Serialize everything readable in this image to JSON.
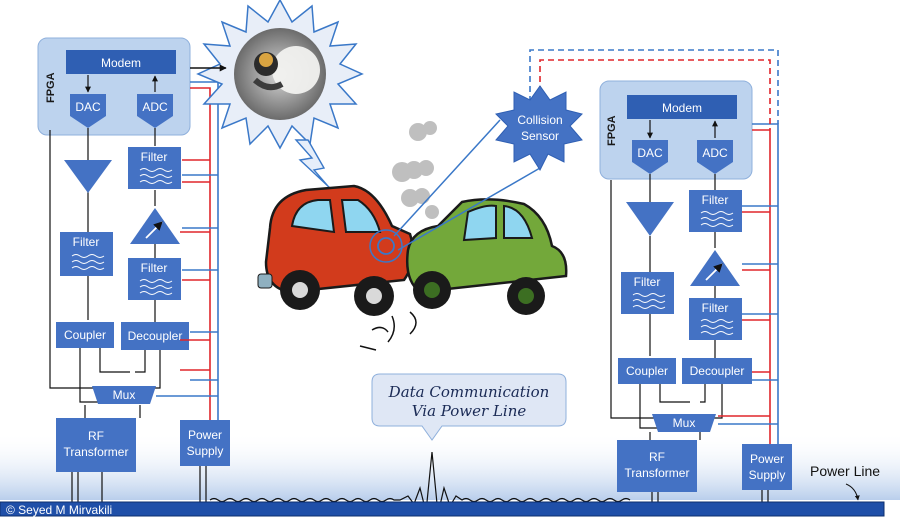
{
  "left_system": {
    "fpga": "FPGA",
    "modem": "Modem",
    "dac": "DAC",
    "adc": "ADC",
    "rx_filter_top": "Filter",
    "tx_filter": "Filter",
    "rx_filter_bottom": "Filter",
    "coupler": "Coupler",
    "decoupler": "Decoupler",
    "mux": "Mux",
    "rf_line1": "RF",
    "rf_line2": "Transformer",
    "ps_line1": "Power",
    "ps_line2": "Supply"
  },
  "right_system": {
    "fpga": "FPGA",
    "modem": "Modem",
    "dac": "DAC",
    "adc": "ADC",
    "rx_filter_top": "Filter",
    "tx_filter": "Filter",
    "rx_filter_bottom": "Filter",
    "coupler": "Coupler",
    "decoupler": "Decoupler",
    "mux": "Mux",
    "rf_line1": "RF",
    "rf_line2": "Transformer",
    "ps_line1": "Power",
    "ps_line2": "Supply"
  },
  "collision_sensor": {
    "line1": "Collision",
    "line2": "Sensor"
  },
  "callout": {
    "line1": "Data Communication",
    "line2": "Via Power Line"
  },
  "power_line_label": "Power Line",
  "credit": "© Seyed M Mirvakili",
  "colors": {
    "block_blue": "#4472c4",
    "fpga_panel": "#bdd3ee",
    "power_red": "#e0262b",
    "power_blue": "#3a78c8",
    "bus_blue": "#1f4fa8"
  }
}
